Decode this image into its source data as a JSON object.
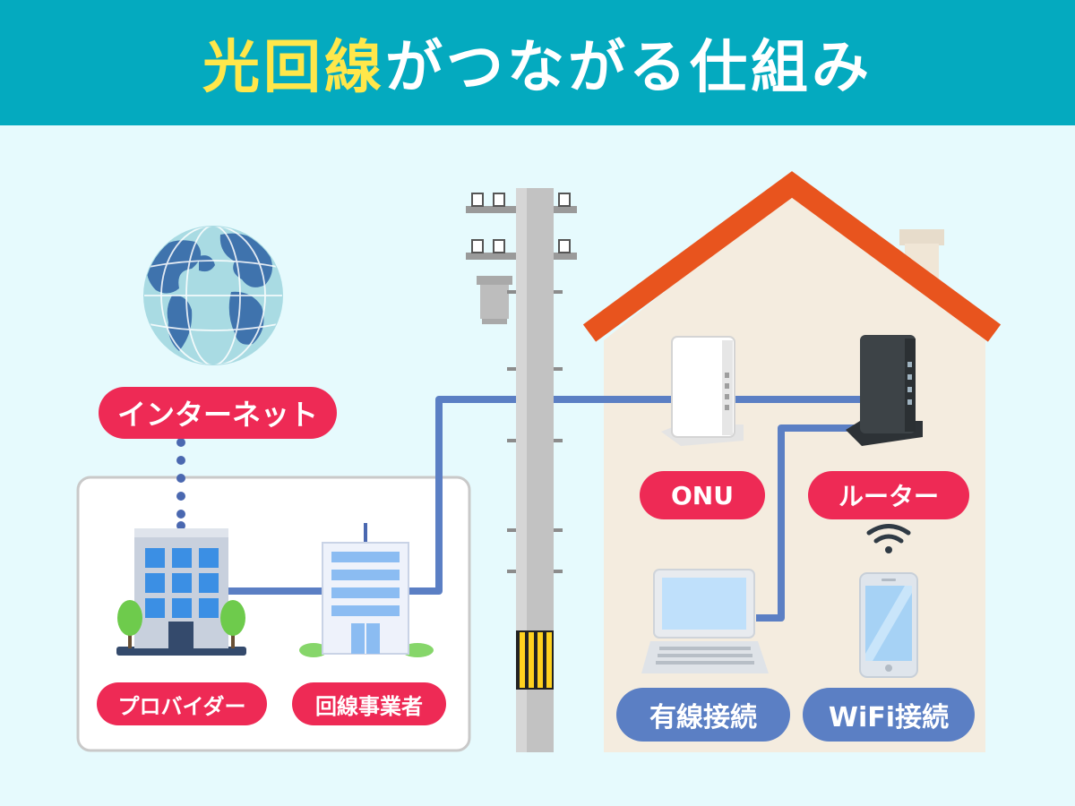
{
  "title": {
    "highlight": "光回線",
    "rest": "がつながる仕組み"
  },
  "labels": {
    "internet": "インターネット",
    "provider": "プロバイダー",
    "carrier": "回線事業者",
    "onu": "ONU",
    "router": "ルーター",
    "wired": "有線接続",
    "wifi": "WiFi接続"
  },
  "colors": {
    "header_bg": "#04aabf",
    "title_highlight": "#ffe74a",
    "title_text": "#ffffff",
    "background": "#e6fafd",
    "label_red": "#ee2a55",
    "label_blue": "#5b7fc4",
    "cable": "#5b7fc4",
    "roof": "#e8541e",
    "house_wall": "#f4ecdf"
  },
  "icons": [
    "globe-icon",
    "office-building-icon",
    "carrier-building-icon",
    "utility-pole-icon",
    "house-icon",
    "onu-device-icon",
    "router-device-icon",
    "laptop-icon",
    "wifi-signal-icon",
    "smartphone-icon"
  ]
}
